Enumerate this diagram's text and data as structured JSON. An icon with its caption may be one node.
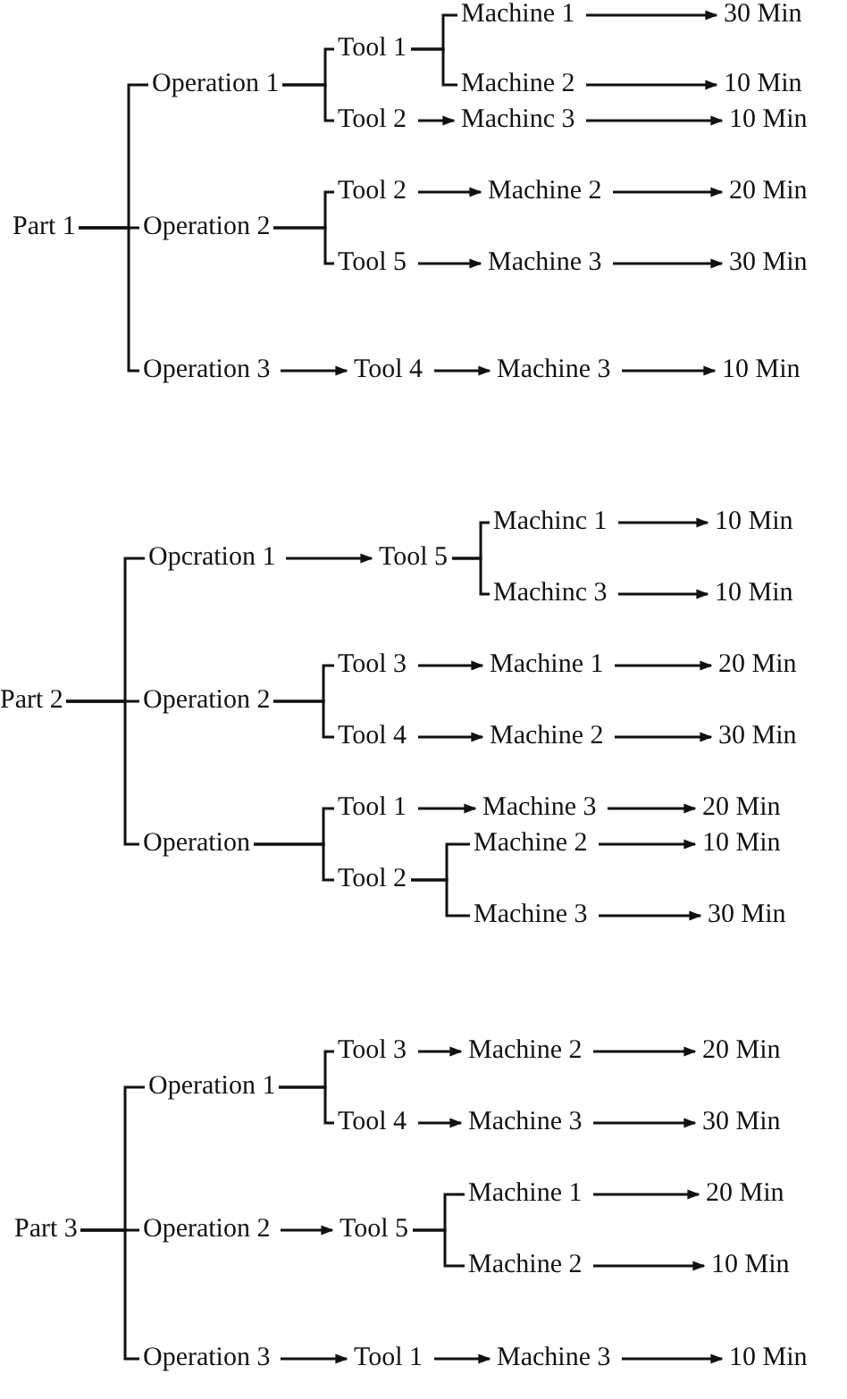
{
  "diagram": {
    "nodes": [
      {
        "text": [
          "Part 1"
        ]
      },
      {
        "text": [
          "Operation 1"
        ]
      },
      {
        "text": [
          "Tool 1"
        ]
      },
      {
        "text": [
          "Machine 1"
        ]
      },
      {
        "text": [
          "30 Min"
        ]
      },
      {
        "text": [
          "Machine 2"
        ]
      },
      {
        "text": [
          "10 Min"
        ]
      },
      {
        "text": [
          "Tool 2"
        ]
      },
      {
        "text": [
          "Machinc 3"
        ]
      },
      {
        "text": [
          "10 Min"
        ]
      },
      {
        "text": [
          "Operation 2"
        ]
      },
      {
        "text": [
          "Tool 2"
        ]
      },
      {
        "text": [
          "Machine 2"
        ]
      },
      {
        "text": [
          "20 Min"
        ]
      },
      {
        "text": [
          "Tool 5"
        ]
      },
      {
        "text": [
          "Machine 3"
        ]
      },
      {
        "text": [
          "30 Min"
        ]
      },
      {
        "text": [
          "Operation 3"
        ]
      },
      {
        "text": [
          "Tool 4"
        ]
      },
      {
        "text": [
          "Machine 3"
        ]
      },
      {
        "text": [
          "10 Min"
        ]
      },
      {
        "text": [
          "Part 2"
        ]
      },
      {
        "text": [
          "Opcration 1"
        ]
      },
      {
        "text": [
          "Tool 5"
        ]
      },
      {
        "text": [
          "Machinc 1"
        ]
      },
      {
        "text": [
          "10 Min"
        ]
      },
      {
        "text": [
          "Machinc 3"
        ]
      },
      {
        "text": [
          "10 Min"
        ]
      },
      {
        "text": [
          "Operation 2"
        ]
      },
      {
        "text": [
          "Tool 3"
        ]
      },
      {
        "text": [
          "Machine 1"
        ]
      },
      {
        "text": [
          "20 Min"
        ]
      },
      {
        "text": [
          "Tool 4"
        ]
      },
      {
        "text": [
          "Machine 2"
        ]
      },
      {
        "text": [
          "30 Min"
        ]
      },
      {
        "text": [
          "Operation"
        ]
      },
      {
        "text": [
          "Tool 1"
        ]
      },
      {
        "text": [
          "Machine 3"
        ]
      },
      {
        "text": [
          "20 Min"
        ]
      },
      {
        "text": [
          "Tool 2"
        ]
      },
      {
        "text": [
          "Machine 2"
        ]
      },
      {
        "text": [
          "10 Min"
        ]
      },
      {
        "text": [
          "Machine 3"
        ]
      },
      {
        "text": [
          "30 Min"
        ]
      },
      {
        "text": [
          "Part 3"
        ]
      },
      {
        "text": [
          "Operation 1"
        ]
      },
      {
        "text": [
          "Tool 3"
        ]
      },
      {
        "text": [
          "Machine 2"
        ]
      },
      {
        "text": [
          "20 Min"
        ]
      },
      {
        "text": [
          "Tool 4"
        ]
      },
      {
        "text": [
          "Machine 3"
        ]
      },
      {
        "text": [
          "30 Min"
        ]
      },
      {
        "text": [
          "Operation 2"
        ]
      },
      {
        "text": [
          "Tool 5"
        ]
      },
      {
        "text": [
          "Machine 1"
        ]
      },
      {
        "text": [
          "20 Min"
        ]
      },
      {
        "text": [
          "Machine 2"
        ]
      },
      {
        "text": [
          "10 Min"
        ]
      },
      {
        "text": [
          "Operation 3"
        ]
      },
      {
        "text": [
          "Tool 1"
        ]
      },
      {
        "text": [
          "Machine 3"
        ]
      },
      {
        "text": [
          "10 Min"
        ]
      }
    ],
    "edges": [
      {
        "from": 0,
        "to": 1,
        "arrow": "none"
      },
      {
        "from": 0,
        "to": 10,
        "arrow": "none"
      },
      {
        "from": 0,
        "to": 17,
        "arrow": "none"
      },
      {
        "from": 1,
        "to": 2,
        "arrow": "none"
      },
      {
        "from": 1,
        "to": 7,
        "arrow": "none"
      },
      {
        "from": 2,
        "to": 3,
        "arrow": "none"
      },
      {
        "from": 2,
        "to": 5,
        "arrow": "none"
      },
      {
        "from": 3,
        "to": 4,
        "arrow": "to"
      },
      {
        "from": 5,
        "to": 6,
        "arrow": "to"
      },
      {
        "from": 7,
        "to": 8,
        "arrow": "to"
      },
      {
        "from": 8,
        "to": 9,
        "arrow": "to"
      },
      {
        "from": 10,
        "to": 11,
        "arrow": "none"
      },
      {
        "from": 10,
        "to": 14,
        "arrow": "none"
      },
      {
        "from": 11,
        "to": 12,
        "arrow": "to"
      },
      {
        "from": 12,
        "to": 13,
        "arrow": "to"
      },
      {
        "from": 14,
        "to": 15,
        "arrow": "to"
      },
      {
        "from": 15,
        "to": 16,
        "arrow": "to"
      },
      {
        "from": 17,
        "to": 18,
        "arrow": "to"
      },
      {
        "from": 18,
        "to": 19,
        "arrow": "to"
      },
      {
        "from": 19,
        "to": 20,
        "arrow": "to"
      },
      {
        "from": 21,
        "to": 22,
        "arrow": "none"
      },
      {
        "from": 21,
        "to": 28,
        "arrow": "none"
      },
      {
        "from": 21,
        "to": 35,
        "arrow": "none"
      },
      {
        "from": 22,
        "to": 23,
        "arrow": "to"
      },
      {
        "from": 23,
        "to": 24,
        "arrow": "none"
      },
      {
        "from": 23,
        "to": 26,
        "arrow": "none"
      },
      {
        "from": 24,
        "to": 25,
        "arrow": "to"
      },
      {
        "from": 26,
        "to": 27,
        "arrow": "to"
      },
      {
        "from": 28,
        "to": 29,
        "arrow": "none"
      },
      {
        "from": 28,
        "to": 32,
        "arrow": "none"
      },
      {
        "from": 29,
        "to": 30,
        "arrow": "to"
      },
      {
        "from": 30,
        "to": 31,
        "arrow": "to"
      },
      {
        "from": 32,
        "to": 33,
        "arrow": "to"
      },
      {
        "from": 33,
        "to": 34,
        "arrow": "to"
      },
      {
        "from": 35,
        "to": 36,
        "arrow": "none"
      },
      {
        "from": 35,
        "to": 39,
        "arrow": "none"
      },
      {
        "from": 36,
        "to": 37,
        "arrow": "to"
      },
      {
        "from": 37,
        "to": 38,
        "arrow": "to"
      },
      {
        "from": 39,
        "to": 40,
        "arrow": "none"
      },
      {
        "from": 39,
        "to": 42,
        "arrow": "none"
      },
      {
        "from": 40,
        "to": 41,
        "arrow": "to"
      },
      {
        "from": 42,
        "to": 43,
        "arrow": "to"
      },
      {
        "from": 44,
        "to": 45,
        "arrow": "none"
      },
      {
        "from": 44,
        "to": 52,
        "arrow": "none"
      },
      {
        "from": 44,
        "to": 58,
        "arrow": "none"
      },
      {
        "from": 45,
        "to": 46,
        "arrow": "none"
      },
      {
        "from": 45,
        "to": 49,
        "arrow": "none"
      },
      {
        "from": 46,
        "to": 47,
        "arrow": "to"
      },
      {
        "from": 47,
        "to": 48,
        "arrow": "to"
      },
      {
        "from": 49,
        "to": 50,
        "arrow": "to"
      },
      {
        "from": 50,
        "to": 51,
        "arrow": "to"
      },
      {
        "from": 52,
        "to": 53,
        "arrow": "to"
      },
      {
        "from": 53,
        "to": 54,
        "arrow": "none"
      },
      {
        "from": 53,
        "to": 56,
        "arrow": "none"
      },
      {
        "from": 54,
        "to": 55,
        "arrow": "to"
      },
      {
        "from": 56,
        "to": 57,
        "arrow": "to"
      },
      {
        "from": 58,
        "to": 59,
        "arrow": "to"
      },
      {
        "from": 59,
        "to": 60,
        "arrow": "to"
      },
      {
        "from": 60,
        "to": 61,
        "arrow": "to"
      }
    ]
  }
}
